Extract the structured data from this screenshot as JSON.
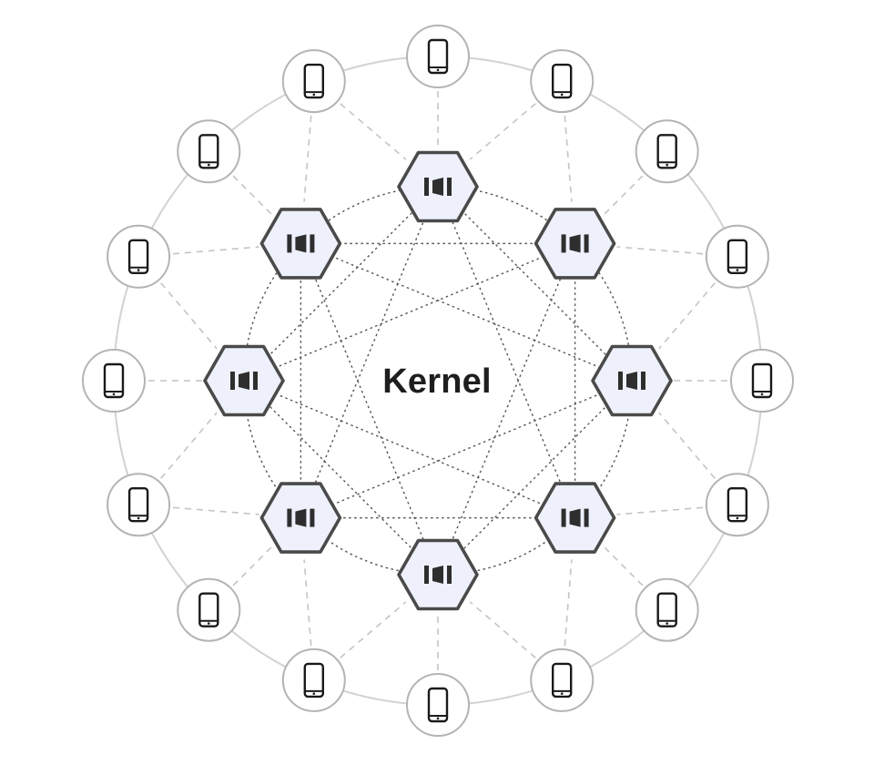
{
  "diagram": {
    "center_label": "Kernel",
    "node_icon": "kernel-node-icon",
    "device_icon": "phone-icon",
    "node_count": 8,
    "device_count": 16,
    "colors": {
      "outer_ring": "#d2d2d2",
      "device_circle_stroke": "#b4b4b4",
      "device_circle_fill": "#ffffff",
      "phone": "#1a1a1a",
      "spoke": "#c4c4c4",
      "mesh": "#555555",
      "hexagon_fill": "#eef1fb",
      "hexagon_stroke": "#4a4a4a",
      "node_glyph": "#2e2e2e"
    }
  }
}
